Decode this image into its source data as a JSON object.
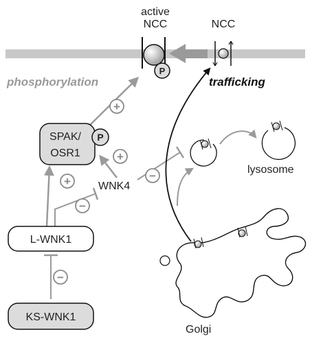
{
  "labels": {
    "active": "active",
    "ncc_active": "NCC",
    "ncc_membrane": "NCC",
    "phosphorylation": "phosphorylation",
    "trafficking": "trafficking",
    "spak_line1": "SPAK/",
    "spak_line2": "OSR1",
    "wnk4": "WNK4",
    "lysosome": "lysosome",
    "l_wnk1": "L-WNK1",
    "ks_wnk1": "KS-WNK1",
    "golgi": "Golgi",
    "p": "P",
    "plus": "+",
    "minus": "−"
  },
  "colors": {
    "membrane": "#c8c8c8",
    "arrow_grey": "#9a9a9a",
    "node_fill": "#dcdcdc",
    "node_fill_light": "#ffffff",
    "line_dark": "#111111",
    "sign_grey": "#8a8a8a"
  }
}
